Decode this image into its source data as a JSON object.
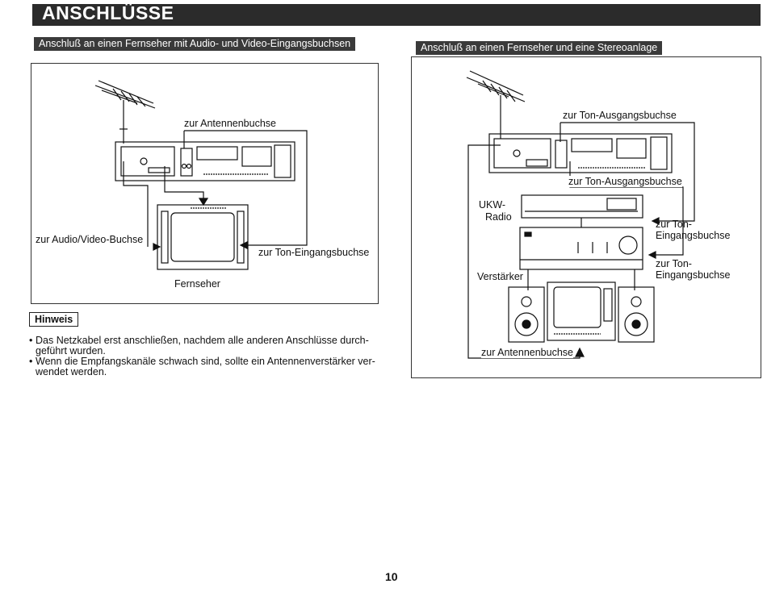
{
  "header": {
    "title": "ANSCHLÜSSE"
  },
  "left_section": {
    "heading": "Anschluß an einen Fernseher mit Audio- und Video-Eingangsbuchsen",
    "labels": {
      "antenna": "zur Antennenbuchse",
      "av": "zur Audio/Video-Buchse",
      "audio_in": "zur Ton-Eingangsbuchse",
      "tv": "Fernseher"
    }
  },
  "right_section": {
    "heading": "Anschluß an einen Fernseher und eine Stereoanlage",
    "labels": {
      "audio_out_top": "zur Ton-Ausgangsbuchse",
      "audio_out_bottom": "zur Ton-Ausgangsbuchse",
      "radio": [
        "UKW-",
        "Radio"
      ],
      "amplifier": "Verstärker",
      "audio_in_1": [
        "zur Ton-",
        "Eingangsbuchse"
      ],
      "audio_in_2": [
        "zur Ton-",
        "Eingangsbuchse"
      ],
      "antenna": "zur Antennenbuchse"
    }
  },
  "notes": {
    "title": "Hinweis",
    "items": [
      "Das Netzkabel erst anschließen, nachdem alle anderen Anschlüsse durch-\ngeführt wurden.",
      "Wenn die Empfangskanäle schwach sind, sollte ein Antennenverstärker ver-\nwendet werden."
    ]
  },
  "page_number": "10"
}
